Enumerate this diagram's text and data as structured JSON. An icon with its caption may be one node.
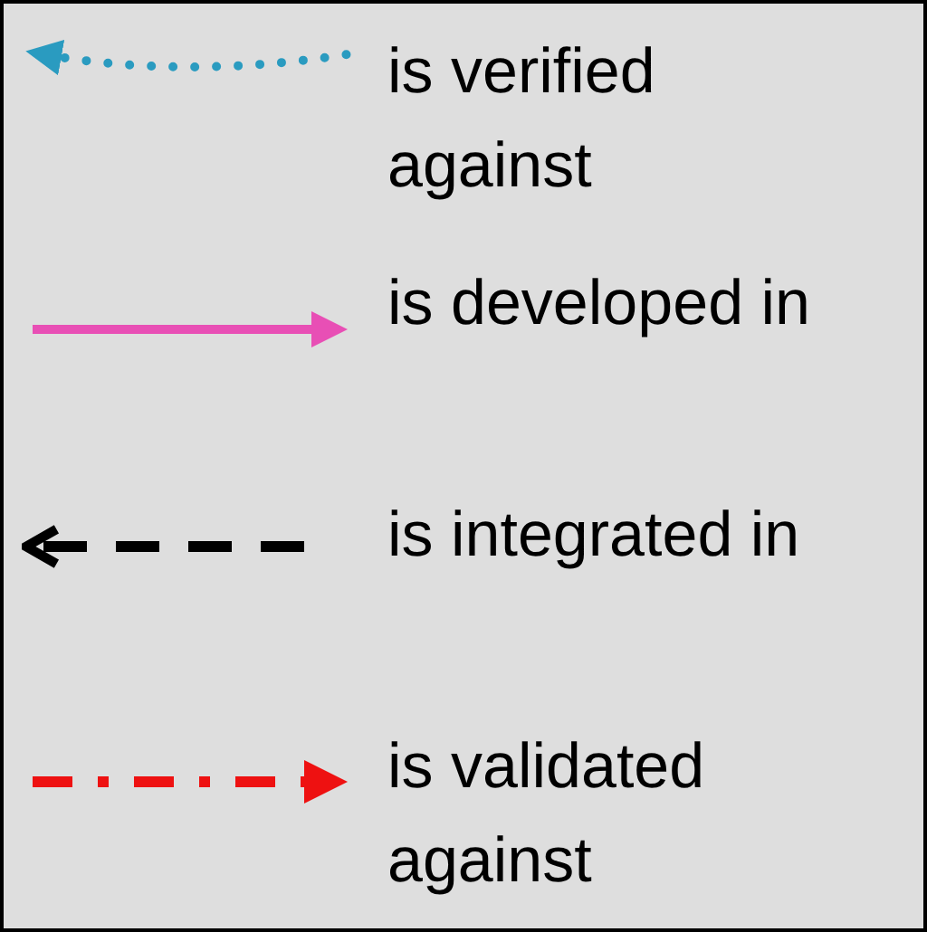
{
  "diagram": {
    "legend": [
      {
        "text": "is verified against"
      },
      {
        "text": "is developed in"
      },
      {
        "text": "is integrated in"
      },
      {
        "text": "is validated against"
      }
    ]
  }
}
